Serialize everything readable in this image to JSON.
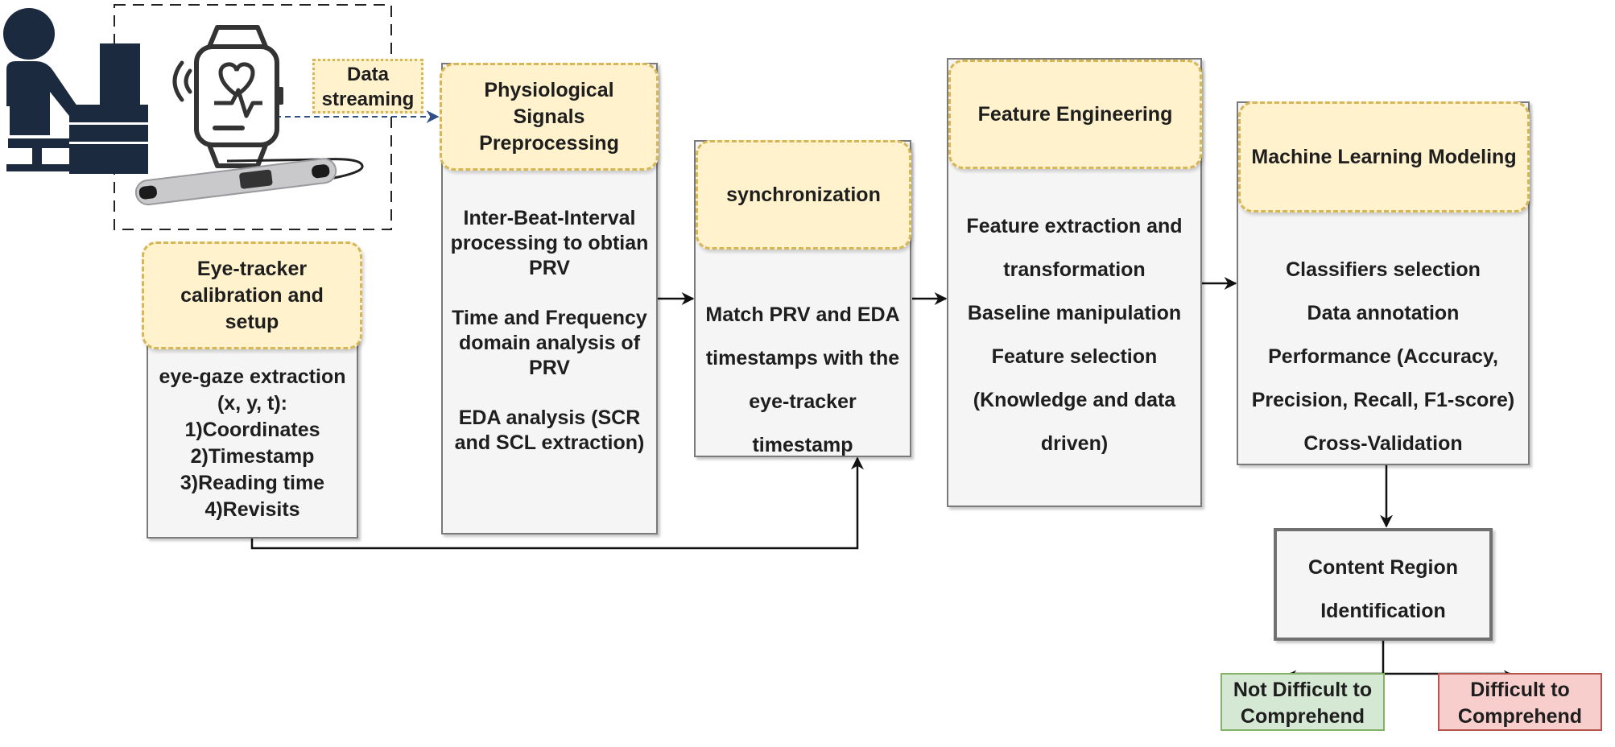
{
  "flow": {
    "data_streaming": [
      "Data",
      "streaming"
    ],
    "eye_tracker": {
      "header": [
        "Eye-tracker",
        "calibration and",
        "setup"
      ],
      "body": [
        "eye-gaze extraction",
        "(x, y, t):",
        "1)Coordinates",
        "2)Timestamp",
        "3)Reading time",
        "4)Revisits"
      ]
    },
    "physiological": {
      "header": [
        "Physiological",
        "Signals",
        "Preprocessing"
      ],
      "body": [
        "Inter-Beat-Interval",
        "processing to obtian",
        "PRV",
        "",
        "Time and Frequency",
        "domain analysis of",
        "PRV",
        "",
        "EDA analysis (SCR",
        "and SCL extraction)"
      ]
    },
    "synchronization": {
      "header": [
        "synchronization"
      ],
      "body": [
        "Match PRV and EDA",
        "timestamps with the",
        "eye-tracker",
        "timestamp"
      ]
    },
    "feature_engineering": {
      "header": [
        "Feature Engineering"
      ],
      "body": [
        "Feature extraction and",
        "transformation",
        "Baseline manipulation",
        "Feature selection",
        "(Knowledge and data",
        "driven)"
      ]
    },
    "ml_modeling": {
      "header": [
        "Machine Learning Modeling"
      ],
      "body": [
        "Classifiers selection",
        "Data annotation",
        "Performance (Accuracy,",
        "Precision, Recall, F1-score)",
        "Cross-Validation"
      ]
    },
    "content_region": [
      "Content Region",
      "Identification"
    ],
    "not_difficult": [
      "Not Difficult to",
      "Comprehend"
    ],
    "difficult": [
      "Difficult to",
      "Comprehend"
    ]
  },
  "colors": {
    "header_fill": "#fff2cc",
    "header_border": "#d6b656",
    "box_fill": "#f5f5f6",
    "icon_navy": "#1b2a3f",
    "arrow_blue": "#2f4f86",
    "not_difficult_fill": "#d5e8d4",
    "not_difficult_border": "#82b366",
    "difficult_fill": "#f8cecc",
    "difficult_border": "#b85450"
  },
  "icons": [
    "person-at-computer-icon",
    "wireless-signal-icon",
    "smartwatch-heart-icon",
    "eye-tracker-bar-icon"
  ]
}
